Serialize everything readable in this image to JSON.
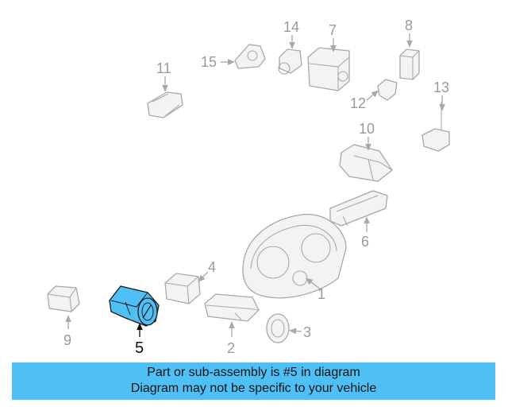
{
  "diagram": {
    "highlight_color": "#4fc0f5",
    "highlighted_part": "5",
    "callouts": {
      "p1": "1",
      "p2": "2",
      "p3": "3",
      "p4": "4",
      "p5": "5",
      "p6": "6",
      "p7": "7",
      "p8": "8",
      "p9": "9",
      "p10": "10",
      "p11": "11",
      "p12": "12",
      "p13": "13",
      "p14": "14",
      "p15": "15"
    }
  },
  "banner": {
    "line1": "Part or sub-assembly is #5 in diagram",
    "line2": "Diagram may not be specific to your vehicle"
  }
}
